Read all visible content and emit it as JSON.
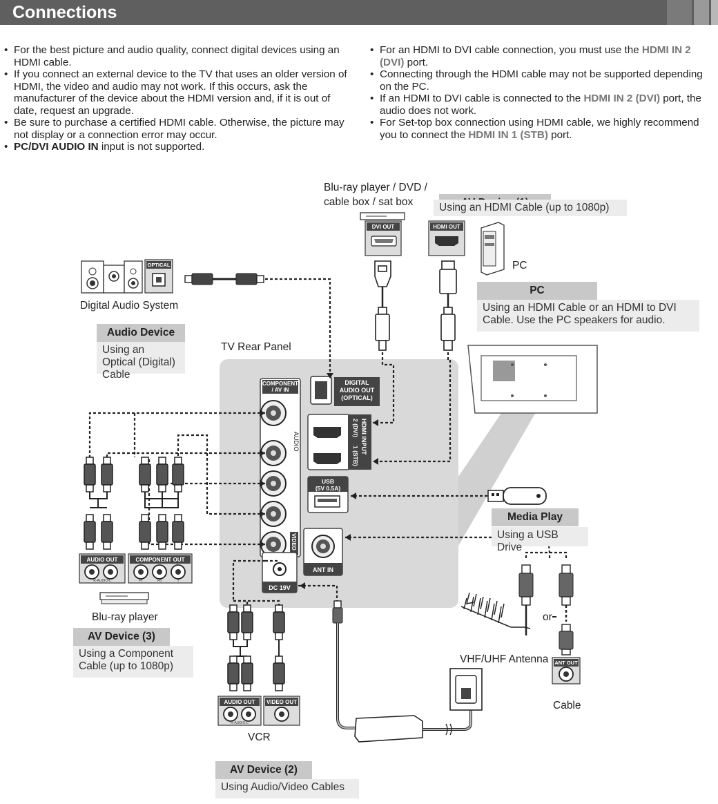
{
  "header": {
    "title": "Connections"
  },
  "notes": {
    "left": [
      {
        "parts": [
          {
            "t": "For the best picture and audio quality, connect digital devices using an HDMI cable."
          }
        ]
      },
      {
        "parts": [
          {
            "t": "If you connect an external device to the TV that uses an older version of HDMI, the video and audio may not work. If this occurs, ask the manufacturer of the device about the HDMI version and, if it is out of date, request an upgrade."
          }
        ]
      },
      {
        "parts": [
          {
            "t": "Be sure to purchase a certified HDMI cable. Otherwise, the picture may not display or a connection error may occur."
          }
        ]
      },
      {
        "parts": [
          {
            "t": "PC/DVI AUDIO IN",
            "s": "bold"
          },
          {
            "t": " input is not supported."
          }
        ]
      }
    ],
    "right": [
      {
        "parts": [
          {
            "t": "For an HDMI to DVI cable connection, you must use the "
          },
          {
            "t": "HDMI IN 2 (DVI)",
            "s": "hl"
          },
          {
            "t": " port."
          }
        ]
      },
      {
        "parts": [
          {
            "t": "Connecting through the HDMI cable may not be supported depending on the PC."
          }
        ]
      },
      {
        "parts": [
          {
            "t": "If an HDMI to DVI cable is connected to the "
          },
          {
            "t": "HDMI IN 2 (DVI)",
            "s": "hl"
          },
          {
            "t": " port, the audio does not work."
          }
        ]
      },
      {
        "parts": [
          {
            "t": "For Set-top box connection using HDMI cable, we highly recommend you to connect the "
          },
          {
            "t": "HDMI IN 1 (STB)",
            "s": "hl"
          },
          {
            "t": " port."
          }
        ]
      }
    ]
  },
  "labels": {
    "bluray_dvd": "Blu-ray player / DVD /",
    "cable_sat": "cable box / sat box",
    "pc": "PC",
    "digital_audio_system": "Digital Audio System",
    "tv_rear_panel": "TV Rear Panel",
    "bluray_player": "Blu-ray player",
    "vcr": "VCR",
    "antenna": "VHF/UHF Antenna",
    "or": "or",
    "cable": "Cable"
  },
  "captions": {
    "av1": {
      "title": "AV Device (1)",
      "desc": "Using an HDMI Cable (up to 1080p)"
    },
    "pc": {
      "title": "PC",
      "desc": "Using an HDMI Cable or an HDMI to DVI Cable. Use the PC speakers for audio."
    },
    "audio": {
      "title": "Audio Device",
      "desc": "Using an Optical (Digital) Cable"
    },
    "media": {
      "title": "Media Play",
      "desc": "Using a USB Drive"
    },
    "av3": {
      "title": "AV Device (3)",
      "desc": "Using a Component Cable (up to 1080p)"
    },
    "av2": {
      "title": "AV Device (2)",
      "desc": "Using Audio/Video Cables"
    }
  },
  "ports": {
    "component_line1": "COMPONENT",
    "component_line2": "/ AV IN",
    "digital_line1": "DIGITAL",
    "digital_line2": "AUDIO OUT",
    "digital_line3": "(OPTICAL)",
    "hdmi_input": "HDMI INPUT",
    "hdmi2": "2 (DVI)",
    "hdmi1": "1 (STB)",
    "usb_line1": "USB",
    "usb_line2": "(5V 0.5A)",
    "ant_in": "ANT IN",
    "dc": "DC 19V",
    "audio": "AUDIO",
    "video": "VIDEO",
    "dvi_out": "DVI OUT",
    "hdmi_out": "HDMI OUT",
    "optical": "OPTICAL",
    "audio_out": "AUDIO OUT",
    "component_out": "COMPONENT OUT",
    "video_out": "VIDEO OUT",
    "ant_out": "ANT OUT",
    "r_audio_l": "R-AUDIO-L",
    "pr": "Pr",
    "pb": "Pb",
    "y": "Y"
  },
  "colors": {
    "header": "#5f5f5f",
    "panel": "#d9d9d9",
    "highlight": "#777777"
  }
}
